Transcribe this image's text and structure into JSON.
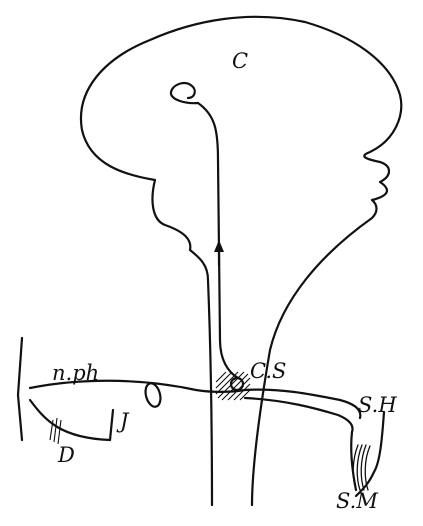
{
  "labels": {
    "C": "C",
    "n_ph": "n.ph",
    "J": "J",
    "C_S": "C.S",
    "S_H": "S.H",
    "D": "D",
    "S_M": "S.M"
  },
  "colors": {
    "ink": "#111111",
    "background": "#ffffff"
  },
  "icons": {
    "arrow": "up-arrow-icon"
  }
}
